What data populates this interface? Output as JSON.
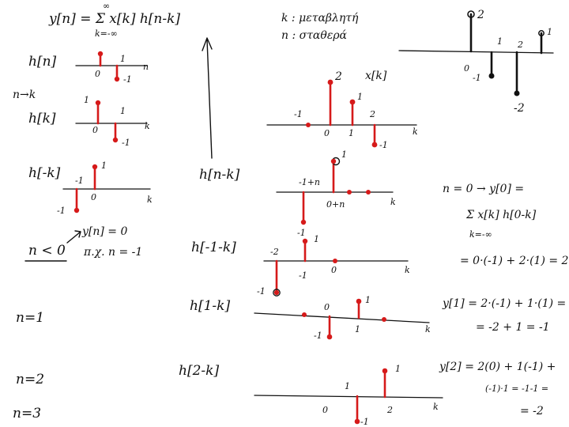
{
  "colors": {
    "ink": "#111111",
    "sample": "#d61a1a",
    "sample_alt": "#111111",
    "background": "#ffffff"
  },
  "header": {
    "conv_formula": "y[n] = Σ x[k] h[n-k]",
    "sum_top": "∞",
    "sum_bottom": "k=-∞",
    "note_k": "k : μεταβλητή",
    "note_n": "n : σταθερά"
  },
  "labels": {
    "h_n": "h[n]",
    "n_to_k": "n→k",
    "h_k": "h[k]",
    "h_minus_k": "h[-k]",
    "n_less_0": "n < 0",
    "y_zero_msg": "y[n] = 0",
    "n_example": "π.χ. n = -1",
    "n_eq_1": "n=1",
    "n_eq_2": "n=2",
    "n_eq_3": "n=3",
    "h_n_minus_k": "h[n-k]",
    "h_minus1_minus_k": "h[-1-k]",
    "h_1_minus_k": "h[1-k]",
    "h_2_minus_k": "h[2-k]",
    "x_k": "x[k]",
    "minus_1_plus_n": "-1+n",
    "zero_plus_n": "0+n",
    "eq_n0": "n = 0 → y[0] =",
    "eq_n0_sum": "Σ x[k] h[0-k]",
    "eq_n0_sum_bottom": "k=-∞",
    "eq_n0_result": "= 0·(-1) + 2·(1) = 2",
    "eq_y1": "y[1] = 2·(-1) + 1·(1) =",
    "eq_y1_result": "= -2 + 1 = -1",
    "eq_y2": "y[2] = 2(0) + 1(-1) +",
    "eq_y2_cont": "(-1)·1 = -1-1 =",
    "eq_y2_result": "= -2"
  },
  "sequences": {
    "h": {
      "indices": [
        0,
        1
      ],
      "values": [
        1,
        -1
      ]
    },
    "x": {
      "indices": [
        -1,
        0,
        1,
        2
      ],
      "values": [
        0,
        2,
        1,
        -1
      ]
    },
    "h_flipped": {
      "indices": [
        -1,
        0
      ],
      "values": [
        -1,
        1
      ]
    },
    "y": {
      "indices": [
        0,
        1,
        2,
        3
      ],
      "values": [
        2,
        -1,
        -2,
        1
      ]
    }
  },
  "tick_labels": {
    "zero": "0",
    "one": "1",
    "two": "2",
    "minus_one": "-1",
    "minus_two": "-2",
    "axis_n": "n",
    "axis_k": "k"
  }
}
